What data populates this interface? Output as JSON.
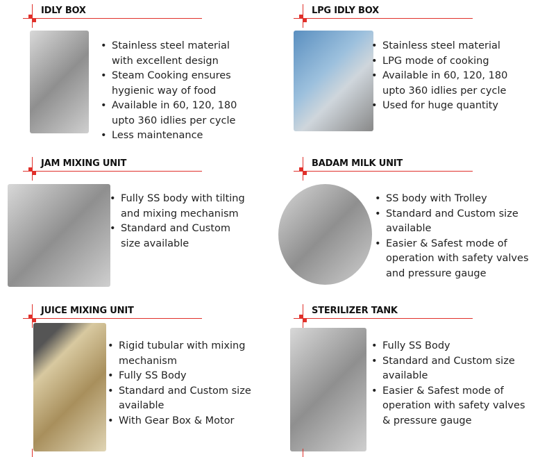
{
  "sections": [
    {
      "title": "IDLY BOX",
      "items": [
        "Stainless steel material with excellent design",
        "Steam Cooking ensures hygienic way of food",
        "Available in 60, 120, 180 upto 360 idlies per cycle",
        "Less maintenance"
      ]
    },
    {
      "title": "LPG IDLY BOX",
      "items": [
        "Stainless steel material",
        "LPG mode of cooking",
        "Available in 60, 120, 180 upto 360 idlies per cycle",
        "Used for huge quantity"
      ]
    },
    {
      "title": "JAM MIXING UNIT",
      "items": [
        "Fully SS body with tilting and mixing mechanism",
        "Standard and Custom size available"
      ]
    },
    {
      "title": "BADAM MILK UNIT",
      "items": [
        "SS body with Trolley",
        "Standard and Custom size available",
        "Easier & Safest mode of operation with safety valves and pressure gauge"
      ]
    },
    {
      "title": "JUICE MIXING UNIT",
      "items": [
        "Rigid tubular with mixing mechanism",
        "Fully SS Body",
        "Standard and Custom size available",
        "With Gear Box & Motor"
      ]
    },
    {
      "title": "STERILIZER TANK",
      "items": [
        "Fully SS Body",
        "Standard and Custom size available",
        "Easier & Safest mode of operation with safety valves & pressure gauge"
      ]
    }
  ],
  "colors": {
    "accent": "#e0302a"
  }
}
